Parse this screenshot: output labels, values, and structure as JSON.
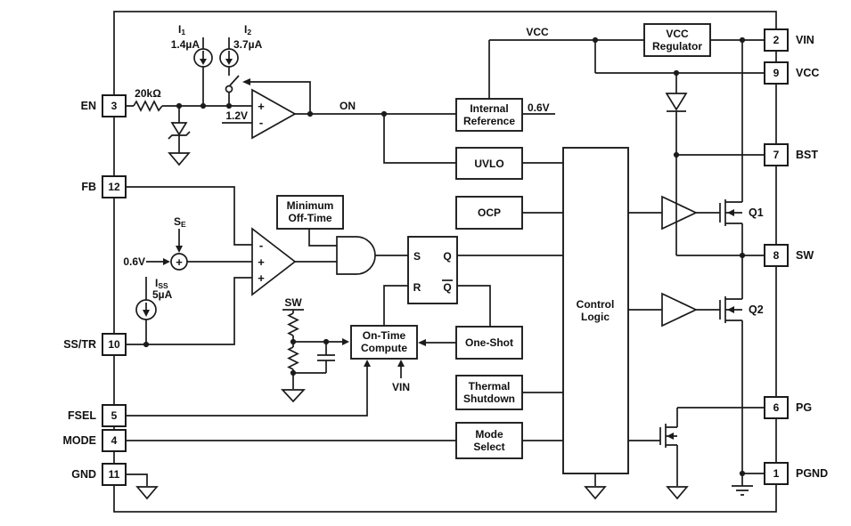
{
  "colors": {
    "line": "#1b1b1b",
    "background": "#ffffff",
    "box_fill": "#ffffff",
    "text": "#111111"
  },
  "pins": {
    "left": [
      {
        "label": "EN",
        "number": "3"
      },
      {
        "label": "FB",
        "number": "12"
      },
      {
        "label": "SS/TR",
        "number": "10"
      },
      {
        "label": "FSEL",
        "number": "5"
      },
      {
        "label": "MODE",
        "number": "4"
      },
      {
        "label": "GND",
        "number": "11"
      }
    ],
    "right": [
      {
        "label": "VIN",
        "number": "2"
      },
      {
        "label": "VCC",
        "number": "9"
      },
      {
        "label": "BST",
        "number": "7"
      },
      {
        "label": "SW",
        "number": "8"
      },
      {
        "label": "PG",
        "number": "6"
      },
      {
        "label": "PGND",
        "number": "1"
      }
    ]
  },
  "blocks": {
    "vcc_regulator": {
      "line1": "VCC",
      "line2": "Regulator"
    },
    "internal_reference": {
      "line1": "Internal",
      "line2": "Reference"
    },
    "uvlo": {
      "label": "UVLO"
    },
    "ocp": {
      "label": "OCP"
    },
    "minimum_off_time": {
      "line1": "Minimum",
      "line2": "Off-Time"
    },
    "on_time_compute": {
      "line1": "On-Time",
      "line2": "Compute"
    },
    "one_shot": {
      "label": "One-Shot"
    },
    "thermal_shutdown": {
      "line1": "Thermal",
      "line2": "Shutdown"
    },
    "mode_select": {
      "line1": "Mode",
      "line2": "Select"
    },
    "control_logic": {
      "line1": "Control",
      "line2": "Logic"
    }
  },
  "latch": {
    "s": "S",
    "q": "Q",
    "r": "R",
    "q_bar": "Q"
  },
  "signals": {
    "vcc_rail": "VCC",
    "on": "ON",
    "ref_out": "0.6V",
    "comp_ref": "1.2V",
    "en_resistor": "20kΩ",
    "i1_name": "I",
    "i1_sub": "1",
    "i1_value": "1.4µA",
    "i2_name": "I",
    "i2_sub": "2",
    "i2_value": "3.7µA",
    "slope_name": "S",
    "slope_sub": "E",
    "ea_ref": "0.6V",
    "iss_name": "I",
    "iss_sub": "SS",
    "iss_value": "5µA",
    "sw_node": "SW",
    "vin_node": "VIN",
    "q1": "Q1",
    "q2": "Q2",
    "plus": "+",
    "minus": "-"
  }
}
